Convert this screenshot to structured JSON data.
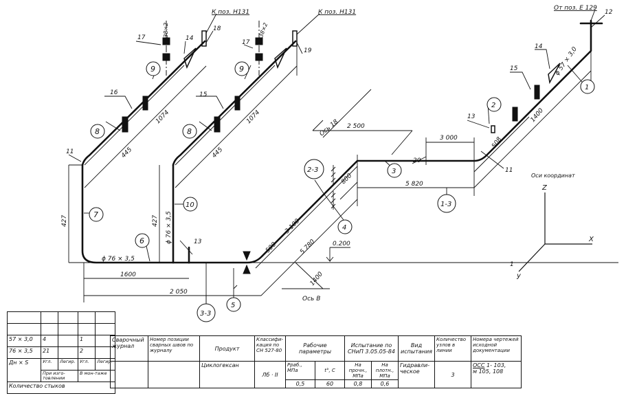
{
  "drawing": {
    "title": "Isometric piping layout (cyclohexane line)",
    "leader_notes": {
      "to_pos_e129": "От поз. Е 129",
      "to_pos_n131_a": "К поз. Н131",
      "to_pos_n131_b": "К поз. Н131"
    },
    "pipe_sizes": {
      "d57": "ϕ 57 × 3,0",
      "d76_h": "ϕ 76 × 3,5",
      "d76_v": "ϕ 76 × 3,5",
      "d38_a": "ϕ38×2",
      "d38_b": "ϕ38×2"
    },
    "callouts": [
      "1",
      "2",
      "3",
      "4",
      "5",
      "6",
      "7",
      "8",
      "8",
      "9",
      "9",
      "10",
      "2-3",
      "1-3",
      "3-3"
    ],
    "position_labels": [
      "11",
      "11",
      "12",
      "13",
      "13",
      "14",
      "14",
      "15",
      "15",
      "16",
      "17",
      "17",
      "18",
      "19",
      "20"
    ],
    "dimensions": {
      "d1074_a": "1074",
      "d1074_b": "1074",
      "d445_a": "445",
      "d445_b": "445",
      "d427_a": "427",
      "d427_b": "427",
      "d1600": "1600",
      "d2050": "2 050",
      "d2500": "2 500",
      "d3100": "3 100",
      "d500": "500",
      "d5780": "5 780",
      "d800": "800",
      "d3000": "3 000",
      "d5820": "5 820",
      "d508": "508",
      "d1400_a": "1400",
      "d1400_b": "1400",
      "elev": "0.200"
    },
    "axis_labels": {
      "os_18": "Ось 18",
      "os_v": "Ось В"
    },
    "axes_legend": {
      "title": "Оси координат",
      "z": "Z",
      "x": "X",
      "y": "y",
      "one": "1"
    }
  },
  "joints_table": {
    "rows": [
      {
        "size": "",
        "shop_carbon": "",
        "shop_alloy": "",
        "site_carbon": "",
        "site_alloy": ""
      },
      {
        "size": "",
        "shop_carbon": "",
        "shop_alloy": "",
        "site_carbon": "",
        "site_alloy": ""
      },
      {
        "size": "57 × 3,0",
        "shop_carbon": "4",
        "shop_alloy": "",
        "site_carbon": "1",
        "site_alloy": ""
      },
      {
        "size": "76 × 3,5",
        "shop_carbon": "21",
        "shop_alloy": "",
        "site_carbon": "2",
        "site_alloy": ""
      }
    ],
    "col_size": "Дн × S",
    "col_carbon": "Угл.",
    "col_alloy": "Легир.",
    "col_carbon2": "Угл.",
    "col_alloy2": "Легир.",
    "group_shop": "При изго-товлении",
    "group_site": "В мон-таже",
    "footer": "Количество стыков"
  },
  "spec_table": {
    "headers": {
      "weld_log": "Сварочный журнал",
      "weld_pos": "Номер позиции сварных швов по журналу",
      "product": "Продукт",
      "class": "Классифи-кация по СН 527-80",
      "work_params": "Рабочие параметры",
      "p_work": "Pраб., МПа",
      "t_work": "t°, C",
      "test": "Испытание по СНиП 3.05.05-84",
      "test_strength": "На прочн., МПа",
      "test_tight": "На плотн., МПа",
      "test_type": "Вид испытания",
      "nodes": "Количество узлов в линии",
      "drawings": "Номера чертежей исходной документации"
    },
    "values": {
      "weld_log": "",
      "weld_pos": "",
      "product": "Циклогексан",
      "class": "Лб · II",
      "p_work": "0,5",
      "t_work": "60",
      "test_strength": "0,8",
      "test_tight": "0,6",
      "test_type": "Гидравли-ческое",
      "nodes": "3",
      "drawings_code": "ОСС",
      "drawings_sub": "м",
      "drawings_nums": "1- 103,",
      "drawings_nums2": "105, 108"
    }
  }
}
